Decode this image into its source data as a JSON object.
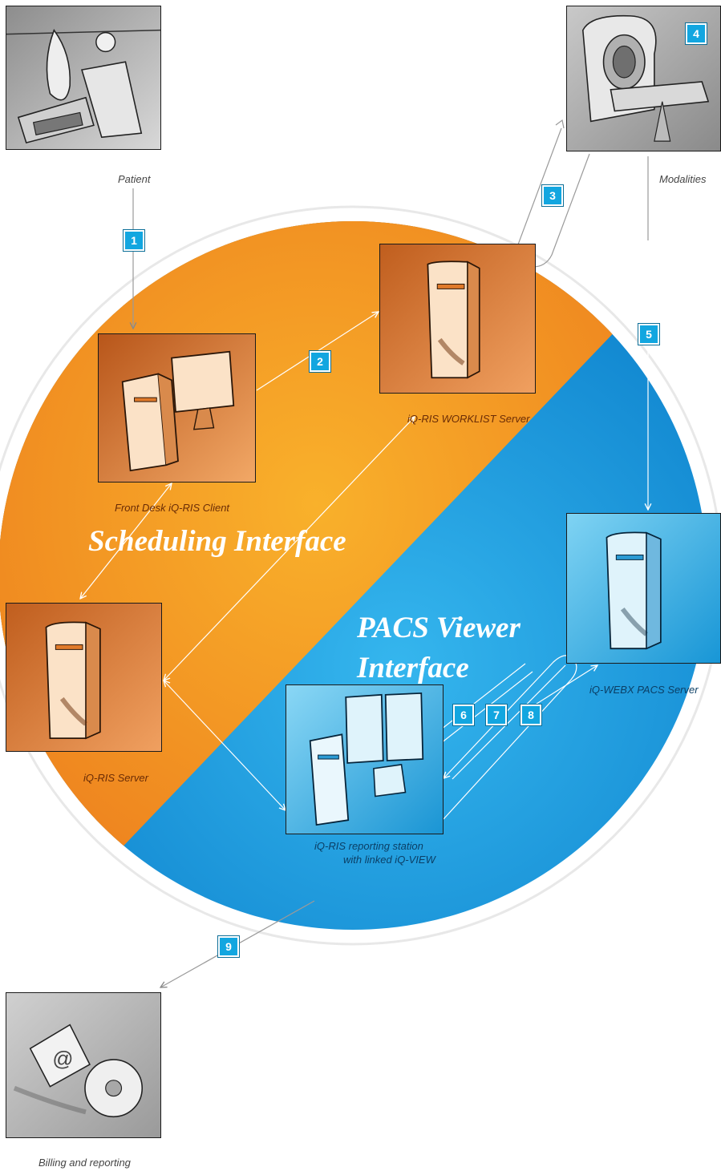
{
  "titles": {
    "scheduling": "Scheduling Interface",
    "pacs_line1": "PACS Viewer",
    "pacs_line2": "Interface"
  },
  "nodes": {
    "patient": "Patient",
    "modalities": "Modalities",
    "front_desk": "Front Desk iQ-RIS Client",
    "worklist": "iQ-RIS WORKLIST Server",
    "ris_server": "iQ-RIS Server",
    "pacs_server": "iQ-WEBX PACS Server",
    "reporting_line1": "iQ-RIS reporting station",
    "reporting_line2": "with linked iQ-VIEW",
    "billing": "Billing and reporting"
  },
  "steps": [
    "1",
    "2",
    "3",
    "4",
    "5",
    "6",
    "7",
    "8",
    "9"
  ],
  "colors": {
    "orange": "#f0861f",
    "blue": "#0e8fd6",
    "badge": "#12a6e0"
  }
}
